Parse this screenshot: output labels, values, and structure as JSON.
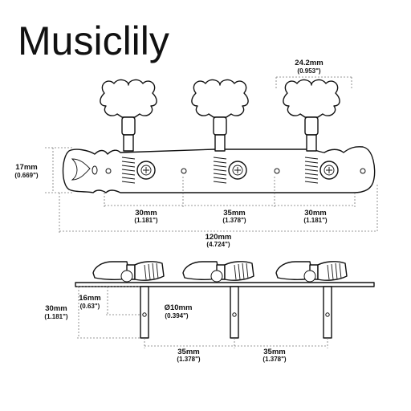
{
  "brand": "Musiclily",
  "top_view": {
    "button_width": {
      "value": "24.2mm",
      "inch": "(0.953\")"
    },
    "plate_height": {
      "value": "17mm",
      "inch": "(0.669\")"
    },
    "spacing_1": {
      "value": "30mm",
      "inch": "(1.181\")"
    },
    "spacing_2": {
      "value": "35mm",
      "inch": "(1.378\")"
    },
    "spacing_3": {
      "value": "30mm",
      "inch": "(1.181\")"
    },
    "total_length": {
      "value": "120mm",
      "inch": "(4.724\")"
    }
  },
  "side_view": {
    "roller_length": {
      "value": "30mm",
      "inch": "(1.181\")"
    },
    "roller_offset": {
      "value": "16mm",
      "inch": "(0.63\")"
    },
    "roller_diameter": {
      "value": "Ø10mm",
      "inch": "(0.394\")"
    },
    "spacing_1": {
      "value": "35mm",
      "inch": "(1.378\")"
    },
    "spacing_2": {
      "value": "35mm",
      "inch": "(1.378\")"
    }
  }
}
